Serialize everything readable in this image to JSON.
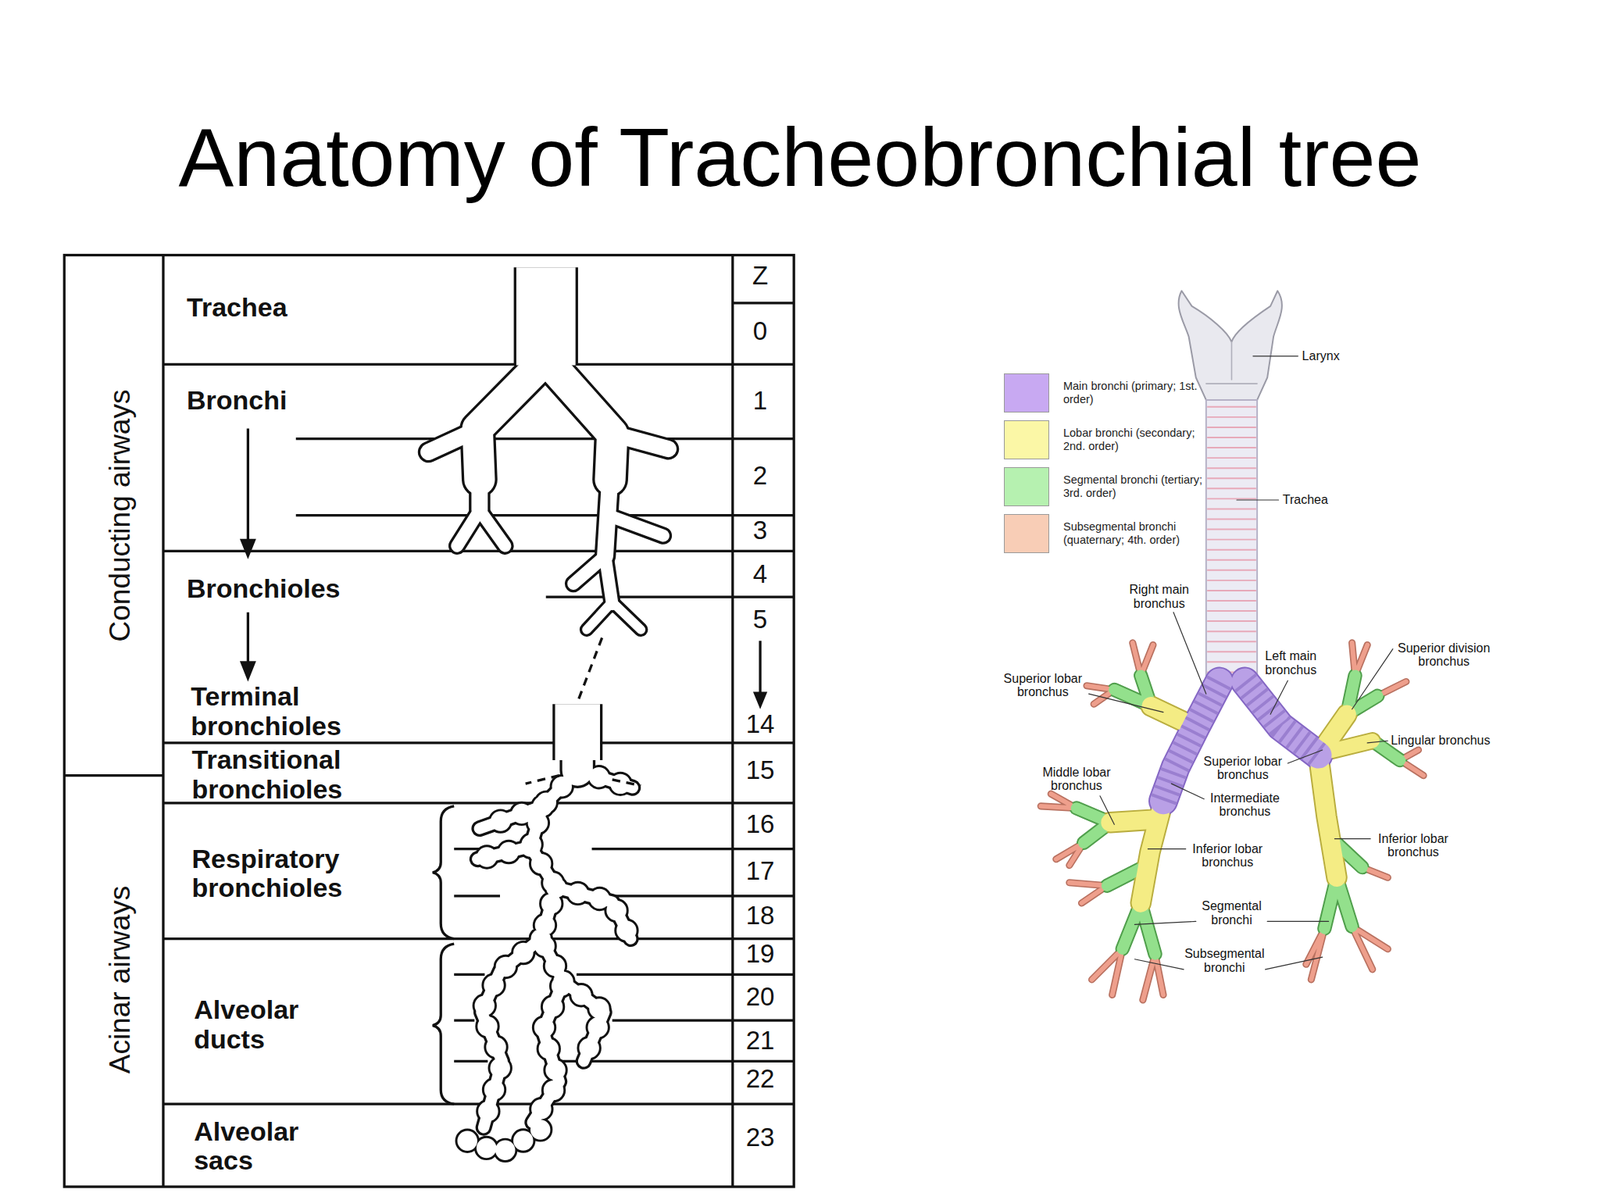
{
  "diagram": {
    "title": "Anatomy of Tracheobronchial tree",
    "labels": [
      "Z",
      "Trachea",
      "0",
      "Conducting airways",
      "Bronchi",
      "1",
      "2",
      "3",
      "Bronchioles",
      "4",
      "5",
      "Terminal bronchioles",
      "14",
      "Transitional bronchioles",
      "15",
      "Acinar airways",
      "Respiratory bronchioles",
      "16",
      "17",
      "18",
      "19",
      "20",
      "21",
      "22",
      "Alveolar ducts",
      "Alveolar sacs",
      "23",
      "Larynx",
      "Trachea",
      "Right main bronchus",
      "Left main bronchus",
      "Superior division bronchus",
      "Superior lobar bronchus",
      "Lingular bronchus",
      "Superior lobar bronchus",
      "Middle lobar bronchus",
      "Intermediate bronchus",
      "Inferior lobar bronchus",
      "Inferior lobar bronchus",
      "Segmental bronchi",
      "Subsegmental bronchi"
    ],
    "legend": [
      {
        "text": "Main bronchi (primary; 1st. order)",
        "color": "#c8a9f2"
      },
      {
        "text": "Lobar bronchi (secondary; 2nd. order)",
        "color": "#fbf7a6"
      },
      {
        "text": "Segmental bronchi (tertiary; 3rd. order)",
        "color": "#b6f1b0"
      },
      {
        "text": "Subsegmental bronchi (quaternary; 4th. order)",
        "color": "#f8cdb6"
      }
    ]
  }
}
